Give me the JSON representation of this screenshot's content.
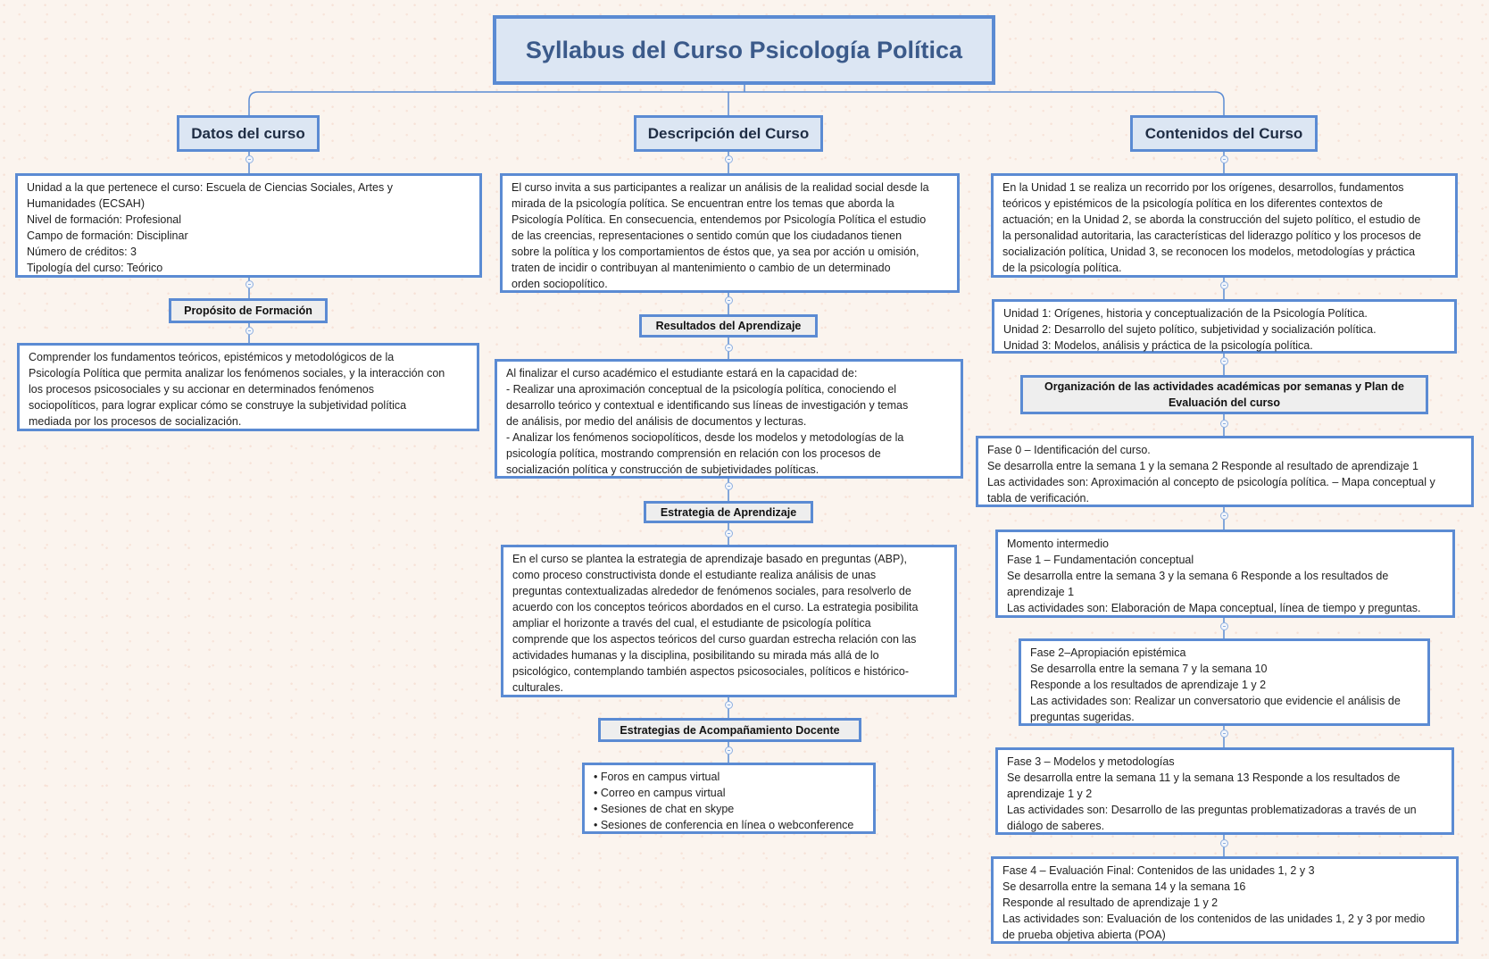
{
  "colors": {
    "border": "#5b8bd3",
    "header_fill": "#dce6f3",
    "label_fill": "#eeeeee",
    "title_text": "#3b5a8a",
    "background": "#fbf4ee"
  },
  "title": "Syllabus del Curso Psicología Política",
  "datos": {
    "header": "Datos del curso",
    "info": "Unidad a la que pertenece el curso: Escuela de Ciencias Sociales, Artes y\nHumanidades (ECSAH)\nNivel de formación: Profesional\nCampo de formación: Disciplinar\nNúmero de créditos: 3\nTipología del curso: Teórico",
    "proposito_label": "Propósito de Formación",
    "proposito_text": "Comprender los fundamentos teóricos, epistémicos y metodológicos de la\nPsicología Política que permita analizar los fenómenos sociales, y la interacción con\nlos procesos psicosociales y su accionar en determinados fenómenos\nsociopolíticos, para lograr explicar cómo se construye la subjetividad política\nmediada por los procesos de socialización."
  },
  "descripcion": {
    "header": "Descripción del Curso",
    "text": "El curso invita a sus participantes a realizar un análisis de la realidad social desde la\nmirada de la psicología política. Se encuentran entre los temas que aborda la\nPsicología Política. En consecuencia, entendemos por Psicología Política el estudio\nde las creencias, representaciones o sentido común que los ciudadanos tienen\nsobre la política y los comportamientos de éstos que, ya sea por acción u omisión,\ntraten de incidir o contribuyan al mantenimiento o cambio de un determinado\norden sociopolítico.",
    "resultados_label": "Resultados del Aprendizaje",
    "resultados_text": "Al finalizar el curso académico el estudiante estará en la capacidad de:\n- Realizar una aproximación conceptual de la psicología política, conociendo el\ndesarrollo teórico y contextual e identificando sus líneas de investigación y temas\nde análisis, por medio del análisis de documentos y lecturas.\n- Analizar los fenómenos sociopolíticos, desde los modelos y metodologías de la\npsicología política, mostrando comprensión en relación con los procesos de\nsocialización política y construcción de subjetividades políticas.",
    "estrategia_label": "Estrategia de Aprendizaje",
    "estrategia_text": "En el curso se plantea la estrategia de aprendizaje basado en preguntas (ABP),\ncomo proceso constructivista donde el estudiante realiza análisis de unas\npreguntas contextualizadas alrededor de fenómenos sociales, para resolverlo de\nacuerdo con los conceptos teóricos abordados en el curso. La estrategia posibilita\nampliar el horizonte a través del cual, el estudiante de psicología política\ncomprende que los aspectos teóricos del curso guardan estrecha relación con las\nactividades humanas y la disciplina, posibilitando su mirada más allá de lo\npsicológico, contemplando también aspectos psicosociales, políticos e histórico-\nculturales.",
    "acompanamiento_label": "Estrategias de Acompañamiento Docente",
    "acompanamiento_items": [
      "• Foros en campus virtual",
      "• Correo en campus virtual",
      "• Sesiones de chat en skype",
      "• Sesiones de conferencia en línea o webconference"
    ]
  },
  "contenidos": {
    "header": "Contenidos del Curso",
    "text": "En la Unidad 1 se realiza un recorrido por los orígenes, desarrollos, fundamentos\nteóricos y epistémicos de la psicología política en los diferentes contextos de\nactuación; en la Unidad 2, se aborda la construcción del sujeto político, el estudio de\nla personalidad autoritaria, las características del liderazgo político y los procesos de\nsocialización política, Unidad 3, se reconocen los modelos, metodologías y práctica\nde la psicología política.",
    "unidades": "Unidad 1: Orígenes, historia y conceptualización de la Psicología Política.\nUnidad 2: Desarrollo del sujeto político, subjetividad y socialización política.\nUnidad 3: Modelos, análisis y práctica de la psicología política.",
    "organizacion_label": "Organización de las actividades académicas por semanas y Plan de\nEvaluación del curso",
    "fases": [
      "Fase 0 – Identificación del curso.\nSe desarrolla entre la semana 1 y la semana 2 Responde al resultado de aprendizaje 1\nLas actividades son: Aproximación al concepto de psicología política. – Mapa conceptual y\ntabla de verificación.",
      "Momento intermedio\nFase 1 – Fundamentación conceptual\nSe desarrolla entre la semana 3 y la semana 6 Responde a los resultados de\naprendizaje 1\nLas actividades son: Elaboración de Mapa conceptual, línea de tiempo y preguntas.",
      "Fase 2–Apropiación epistémica\nSe desarrolla entre la semana 7 y la semana 10\nResponde a los resultados de aprendizaje 1 y 2\nLas actividades son: Realizar un conversatorio que evidencie el análisis de\npreguntas sugeridas.",
      "Fase 3 – Modelos y metodologías\nSe desarrolla entre la semana 11 y la semana 13 Responde a los resultados de\naprendizaje 1 y 2\nLas actividades son: Desarrollo de las preguntas problematizadoras a través de un\ndiálogo de saberes.",
      "Fase 4 – Evaluación Final: Contenidos de las unidades 1, 2 y 3\nSe desarrolla entre la semana 14 y la semana 16\nResponde al resultado de aprendizaje 1 y 2\nLas actividades son: Evaluación de los contenidos de las unidades 1, 2 y 3 por medio\nde prueba objetiva abierta (POA)"
    ]
  }
}
